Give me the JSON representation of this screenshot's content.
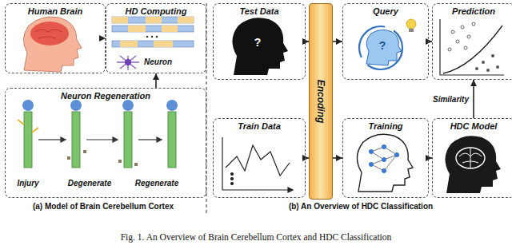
{
  "diagram": {
    "caption": "Fig. 1.  An Overview of Brain Cerebellum Cortex and HDC Classification",
    "nodes": [
      {
        "text": [
          "Human Brain"
        ]
      },
      {
        "text": [
          "HD Computing"
        ]
      },
      {
        "text": [
          "Neuron Regeneration"
        ]
      },
      {
        "text": [
          "Test Data"
        ]
      },
      {
        "text": [
          "Encoding"
        ]
      },
      {
        "text": [
          "Train Data"
        ]
      },
      {
        "text": [
          "Query"
        ]
      },
      {
        "text": [
          "Training"
        ]
      },
      {
        "text": [
          "Prediction"
        ]
      },
      {
        "text": [
          "HDC Model"
        ]
      }
    ],
    "edges": [
      {
        "from": 0,
        "to": 1,
        "arrow": "to"
      },
      {
        "from": 2,
        "to": 1,
        "arrow": "to"
      },
      {
        "from": 3,
        "to": 4,
        "arrow": "to"
      },
      {
        "from": 5,
        "to": 4,
        "arrow": "to"
      },
      {
        "from": 4,
        "to": 6,
        "arrow": "to"
      },
      {
        "from": 4,
        "to": 7,
        "arrow": "to"
      },
      {
        "from": 6,
        "to": 8,
        "arrow": "to"
      },
      {
        "from": 7,
        "to": 9,
        "arrow": "to"
      },
      {
        "from": 9,
        "to": 8,
        "label": "Similarity",
        "arrow": "to"
      }
    ],
    "labels": [
      "Neuron",
      "Injury",
      "Degenerate",
      "Regenerate",
      "?",
      "?",
      "(a) Model of Brain Cerebellum Cortex",
      "(b) An Overview of HDC Classification"
    ]
  }
}
